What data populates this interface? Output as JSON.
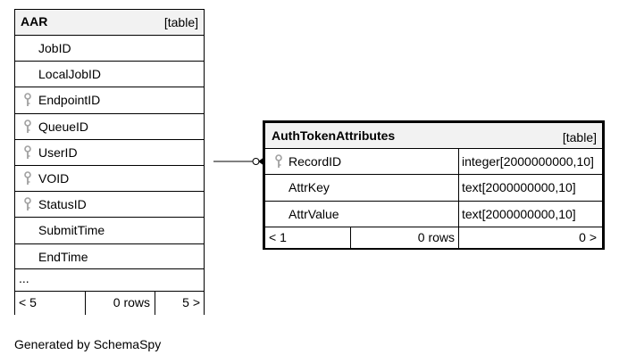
{
  "aar": {
    "name": "AAR",
    "kind": "[table]",
    "columns": [
      {
        "name": "JobID",
        "key": false
      },
      {
        "name": "LocalJobID",
        "key": false
      },
      {
        "name": "EndpointID",
        "key": true
      },
      {
        "name": "QueueID",
        "key": true
      },
      {
        "name": "UserID",
        "key": true
      },
      {
        "name": "VOID",
        "key": true
      },
      {
        "name": "StatusID",
        "key": true
      },
      {
        "name": "SubmitTime",
        "key": false
      },
      {
        "name": "EndTime",
        "key": false
      }
    ],
    "more": "...",
    "footer": {
      "parents": "< 5",
      "rows": "0 rows",
      "children": "5 >"
    }
  },
  "auth": {
    "name": "AuthTokenAttributes",
    "kind": "[table]",
    "columns": [
      {
        "name": "RecordID",
        "type": "integer[2000000000,10]",
        "key": true
      },
      {
        "name": "AttrKey",
        "type": "text[2000000000,10]",
        "key": false
      },
      {
        "name": "AttrValue",
        "type": "text[2000000000,10]",
        "key": false
      }
    ],
    "footer": {
      "parents": "< 1",
      "rows": "0 rows",
      "children": "0 >"
    }
  },
  "generated_by": "Generated by SchemaSpy",
  "colors": {
    "border": "#000000",
    "header_bg": "#f2f2f2",
    "key_icon": "#a0a0a0"
  }
}
